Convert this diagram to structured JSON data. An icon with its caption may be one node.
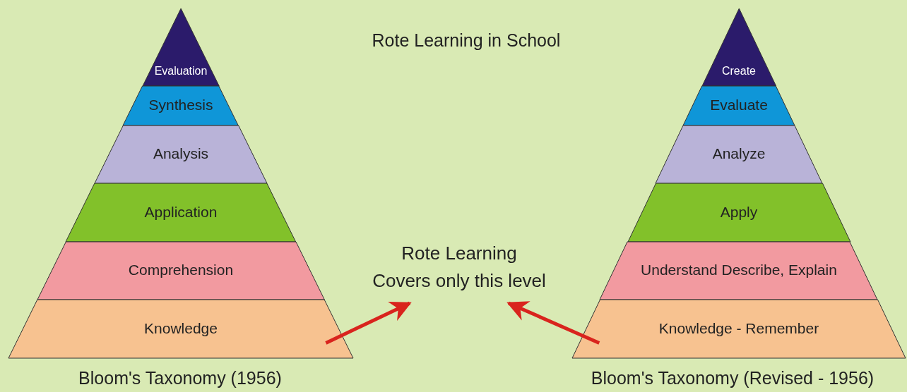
{
  "diagram": {
    "nodes": [
      {
        "text": [
          "Evaluation"
        ]
      },
      {
        "text": [
          "Synthesis"
        ]
      },
      {
        "text": [
          "Analysis"
        ]
      },
      {
        "text": [
          "Application"
        ]
      },
      {
        "text": [
          "Comprehension"
        ]
      },
      {
        "text": [
          "Knowledge"
        ]
      },
      {
        "text": [
          "Create"
        ]
      },
      {
        "text": [
          "Evaluate"
        ]
      },
      {
        "text": [
          "Analyze"
        ]
      },
      {
        "text": [
          "Apply"
        ]
      },
      {
        "text": [
          "Understand Describe, Explain"
        ]
      },
      {
        "text": [
          "Knowledge - Remember"
        ]
      },
      {
        "text": [
          "Rote Learning Covers only this level"
        ]
      }
    ],
    "edges": [
      {
        "from": 5,
        "to": 12,
        "arrow": "to"
      },
      {
        "from": 11,
        "to": 12,
        "arrow": "to"
      }
    ],
    "labels": [
      "Rote Learning in School",
      "Bloom's Taxonomy (1956)",
      "Bloom's Taxonomy (Revised - 1956)"
    ]
  }
}
